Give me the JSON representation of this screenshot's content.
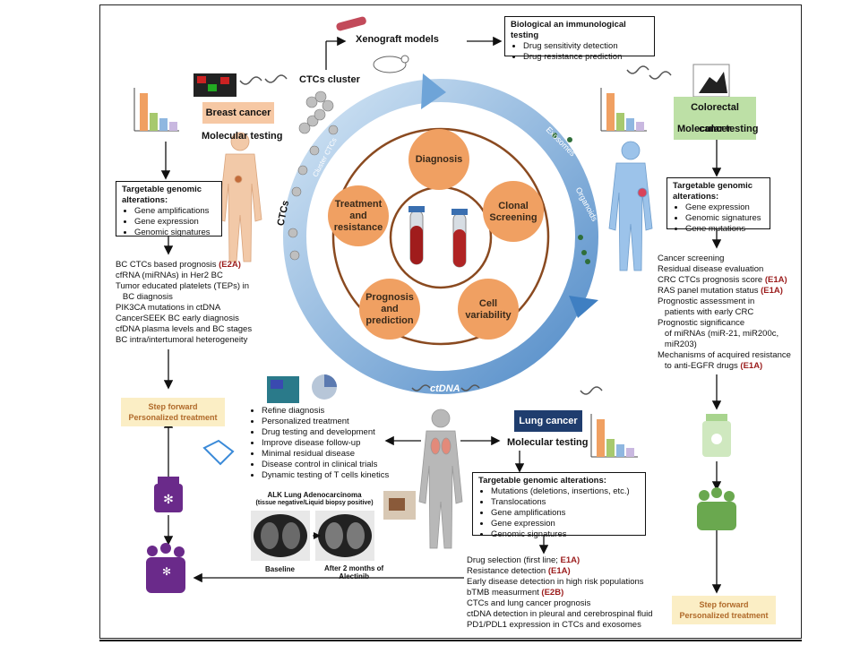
{
  "top": {
    "xenograft": "Xenograft models",
    "bio_title": "Biological an immunological testing",
    "bio_items": [
      "Drug sensitivity detection",
      "Drug resistance prediction"
    ],
    "ctcs_cluster": "CTCs cluster"
  },
  "ring": {
    "ctcs": "CTCs",
    "cluster_ctcs": "Cluster CTCs",
    "exosomes": "Exosomes",
    "organoids": "Organoids",
    "ctdna_prefix": "",
    "ctdna": "ctDNA"
  },
  "center": {
    "diagnosis": "Diagnosis",
    "clonal": "Clonal Screening",
    "cell_variability": "Cell variability",
    "prognosis": "Prognosis and prediction",
    "treatment": "Treatment and resistance"
  },
  "breast": {
    "tag": "Breast cancer",
    "molecular": "Molecular testing",
    "box_title": "Targetable genomic alterations:",
    "box_items": [
      "Gene amplifications",
      "Gene expression",
      "Genomic signatures"
    ],
    "list": [
      {
        "text": "BC CTCs based prognosis ",
        "code": "(E2A)"
      },
      {
        "text": "cfRNA (miRNAs) in Her2 BC",
        "code": ""
      },
      {
        "text": "Tumor educated platelets (TEPs) in",
        "code": ""
      },
      {
        "text": "   BC diagnosis",
        "code": ""
      },
      {
        "text": "PIK3CA mutations in ctDNA",
        "code": ""
      },
      {
        "text": "CancerSEEK BC early diagnosis",
        "code": ""
      },
      {
        "text": "cfDNA plasma levels and BC stages",
        "code": ""
      },
      {
        "text": "BC intra/intertumoral heterogeneity",
        "code": ""
      }
    ],
    "step": "Step forward\nPersonalized treatment"
  },
  "colorectal": {
    "tag": "Colorectal cancer",
    "molecular": "Molecular testing",
    "box_title": "Targetable genomic alterations:",
    "box_items": [
      "Gene expression",
      "Genomic signatures",
      "Gene mutations"
    ],
    "list": [
      {
        "text": "Cancer screening",
        "code": ""
      },
      {
        "text": "Residual disease evaluation",
        "code": ""
      },
      {
        "text": "CRC CTCs prognosis score ",
        "code": "(E1A)"
      },
      {
        "text": "RAS panel mutation status ",
        "code": "(E1A)"
      },
      {
        "text": "Prognostic assessment in",
        "code": ""
      },
      {
        "text": "   patients with early CRC",
        "code": ""
      },
      {
        "text": "Prognostic significance",
        "code": ""
      },
      {
        "text": "   of miRNAs (miR-21, miR200c,",
        "code": ""
      },
      {
        "text": "   miR203)",
        "code": ""
      },
      {
        "text": "Mechanisms of acquired resistance",
        "code": ""
      },
      {
        "text": "   to anti-EGFR drugs ",
        "code": "(E1A)"
      }
    ],
    "step": "Step forward\nPersonalized treatment"
  },
  "lung": {
    "tag": "Lung cancer",
    "molecular": "Molecular testing",
    "box_title": "Targetable genomic alterations:",
    "box_items": [
      "Mutations (deletions, insertions, etc.)",
      "Translocations",
      "Gene amplifications",
      "Gene expression",
      "Genomic signatures"
    ],
    "list": [
      {
        "text": "Drug selection (first line; ",
        "code": "E1A)"
      },
      {
        "text": "Resistance detection ",
        "code": "(E1A)"
      },
      {
        "text": "Early disease detection in high risk populations",
        "code": ""
      },
      {
        "text": "bTMB measurment ",
        "code": "(E2B)"
      },
      {
        "text": "CTCs and lung cancer prognosis",
        "code": ""
      },
      {
        "text": "ctDNA detection in pleural and cerebrospinal fluid",
        "code": ""
      },
      {
        "text": "PD1/PDL1 expression in CTCs and exosomes",
        "code": ""
      }
    ]
  },
  "left_list": [
    "Refine diagnosis",
    "Personalized treatment",
    "Drug testing and development",
    "Improve disease follow-up",
    "Minimal residual disease",
    "Disease control in clinical trials",
    "Dynamic testing of T cells kinetics"
  ],
  "ct": {
    "title": "ALK Lung Adenocarcinoma",
    "subtitle": "(tissue negative/Liquid biopsy positive)",
    "baseline": "Baseline",
    "after": "After 2 months of\nAlectinib"
  },
  "colors": {
    "ring": "#7aaedb",
    "orange": "#f0a062",
    "brown": "#8a4a20",
    "breast_tag": "#f6c8a4",
    "crc_tag": "#bde0a6",
    "lung_tag": "#1f3d6e",
    "purple": "#6a2a8a",
    "green": "#6aa84f"
  }
}
